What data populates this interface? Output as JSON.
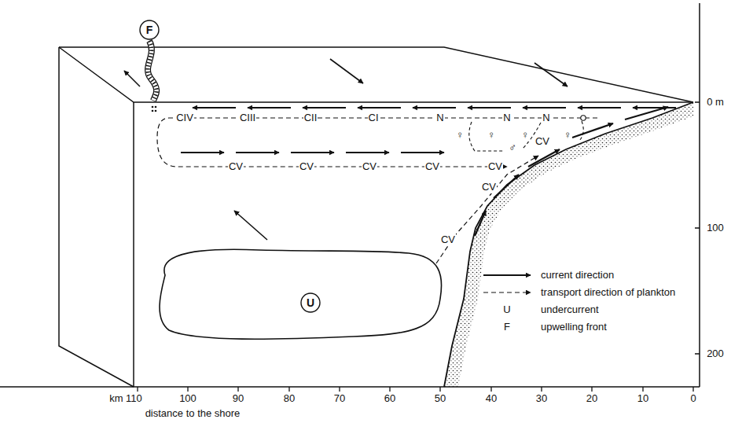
{
  "diagram": {
    "nodes": [
      {
        "text": [
          "F"
        ]
      },
      {
        "text": [
          "U"
        ]
      }
    ],
    "labels": [
      "CIV",
      "CIII",
      "CII",
      "CI",
      "N",
      "N",
      "N",
      "♀",
      "♀",
      "♀",
      "♀",
      "♂",
      "CV",
      "CV",
      "CV",
      "CV",
      "CV",
      "CV",
      "CV",
      "CV",
      "0 m",
      "100",
      "200",
      "km 110",
      "100",
      "90",
      "80",
      "70",
      "60",
      "50",
      "40",
      "30",
      "20",
      "10",
      "0",
      "distance to the shore",
      "U",
      "F"
    ],
    "legend": [
      {
        "text": "current direction"
      },
      {
        "text": "transport direction of plankton"
      },
      {
        "text": "undercurrent"
      },
      {
        "text": "upwelling front"
      }
    ]
  }
}
